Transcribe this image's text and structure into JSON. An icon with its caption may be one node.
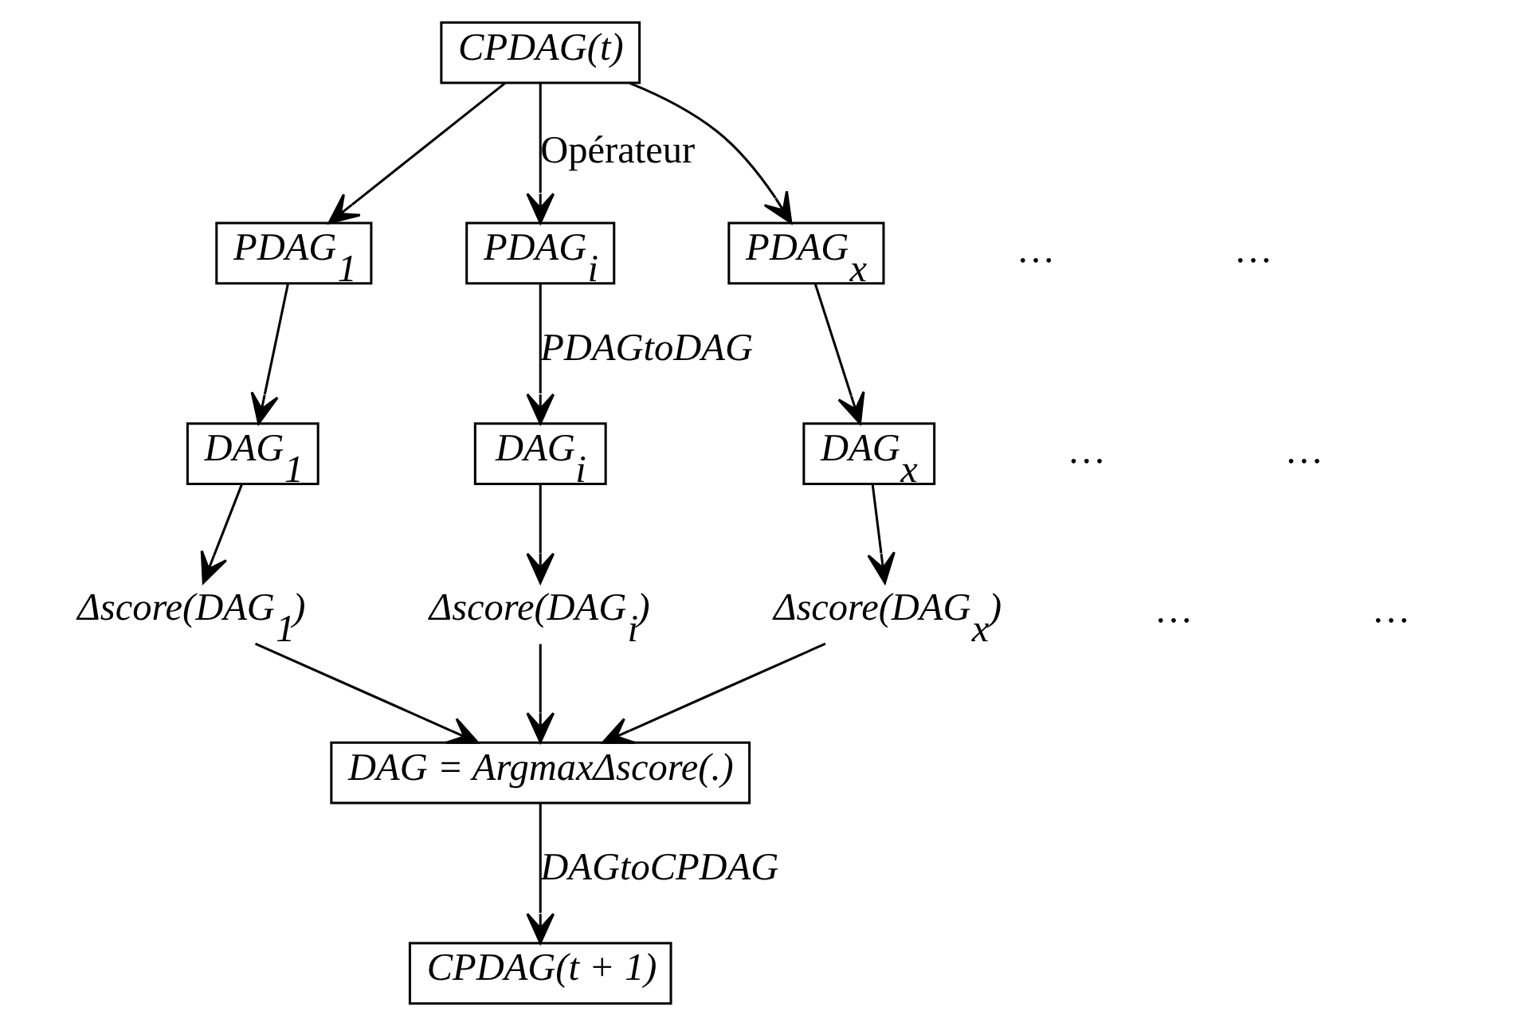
{
  "diagram": {
    "nodes": [
      {
        "text": [
          "CPDAG(t)"
        ]
      },
      {
        "text": [
          "PDAG$_{1}$"
        ]
      },
      {
        "text": [
          "PDAG$_{i}$"
        ]
      },
      {
        "text": [
          "PDAG$_{x}$"
        ]
      },
      {
        "text": [
          "DAG$_{1}$"
        ]
      },
      {
        "text": [
          "DAG$_{i}$"
        ]
      },
      {
        "text": [
          "DAG$_{x}$"
        ]
      },
      {
        "text": [
          "Δscore(DAG$_{1}$)"
        ]
      },
      {
        "text": [
          "Δscore(DAG$_{i}$)"
        ]
      },
      {
        "text": [
          "Δscore(DAG$_{x}$)"
        ]
      },
      {
        "text": [
          "DAG = ArgmaxΔscore(.)"
        ]
      },
      {
        "text": [
          "CPDAG(t + 1)"
        ]
      }
    ],
    "edges": [
      {
        "from": 0,
        "to": 1,
        "arrow": "to"
      },
      {
        "from": 0,
        "to": 2,
        "arrow": "to",
        "label": "Opérateur"
      },
      {
        "from": 0,
        "to": 3,
        "arrow": "to"
      },
      {
        "from": 1,
        "to": 4,
        "arrow": "to"
      },
      {
        "from": 2,
        "to": 5,
        "arrow": "to",
        "label": "PDAGtoDAG"
      },
      {
        "from": 3,
        "to": 6,
        "arrow": "to"
      },
      {
        "from": 4,
        "to": 7,
        "arrow": "to"
      },
      {
        "from": 5,
        "to": 8,
        "arrow": "to"
      },
      {
        "from": 6,
        "to": 9,
        "arrow": "to"
      },
      {
        "from": 7,
        "to": 10,
        "arrow": "to"
      },
      {
        "from": 8,
        "to": 10,
        "arrow": "to"
      },
      {
        "from": 9,
        "to": 10,
        "arrow": "to"
      },
      {
        "from": 10,
        "to": 11,
        "arrow": "to",
        "label": "DAGtoCPDAG"
      }
    ],
    "labels": [
      "…",
      "…",
      "…",
      "…",
      "…",
      "…"
    ]
  }
}
